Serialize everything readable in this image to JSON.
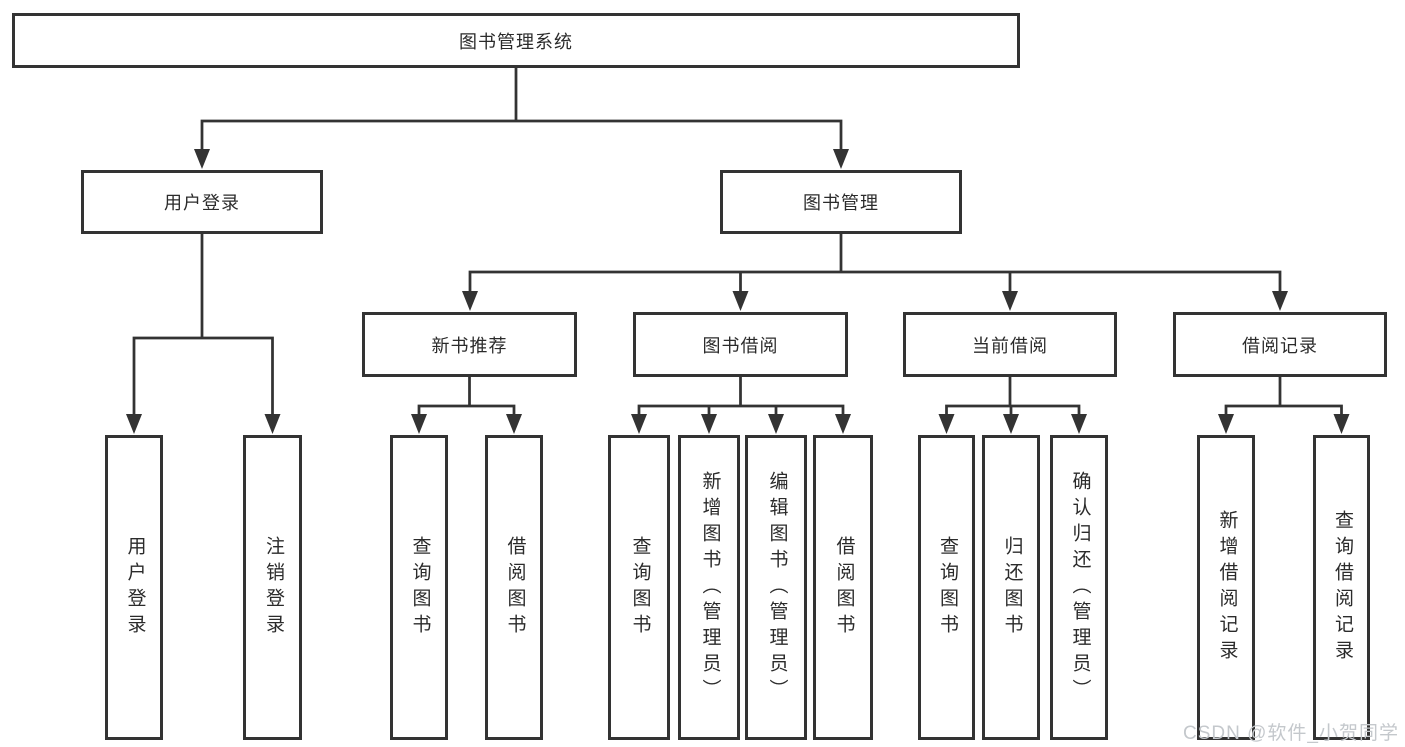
{
  "diagram": {
    "root_label": "图书管理系统",
    "branches": [
      {
        "label": "用户登录",
        "children": [
          {
            "label": "用户登录"
          },
          {
            "label": "注销登录"
          }
        ]
      },
      {
        "label": "图书管理",
        "children": [
          {
            "label": "新书推荐",
            "children": [
              {
                "label": "查询图书"
              },
              {
                "label": "借阅图书"
              }
            ]
          },
          {
            "label": "图书借阅",
            "children": [
              {
                "label": "查询图书"
              },
              {
                "label": "新增图书（管理员）"
              },
              {
                "label": "编辑图书（管理员）"
              },
              {
                "label": "借阅图书"
              }
            ]
          },
          {
            "label": "当前借阅",
            "children": [
              {
                "label": "查询图书"
              },
              {
                "label": "归还图书"
              },
              {
                "label": "确认归还（管理员）"
              }
            ]
          },
          {
            "label": "借阅记录",
            "children": [
              {
                "label": "新增借阅记录"
              },
              {
                "label": "查询借阅记录"
              }
            ]
          }
        ]
      }
    ]
  },
  "watermark": {
    "text": "CSDN @软件_小贺同学"
  },
  "colors": {
    "line": "#333333",
    "text": "#2b2b2b",
    "box_background": "#ffffff",
    "page_background": "#ffffff",
    "watermark": "#c4c8cc"
  }
}
